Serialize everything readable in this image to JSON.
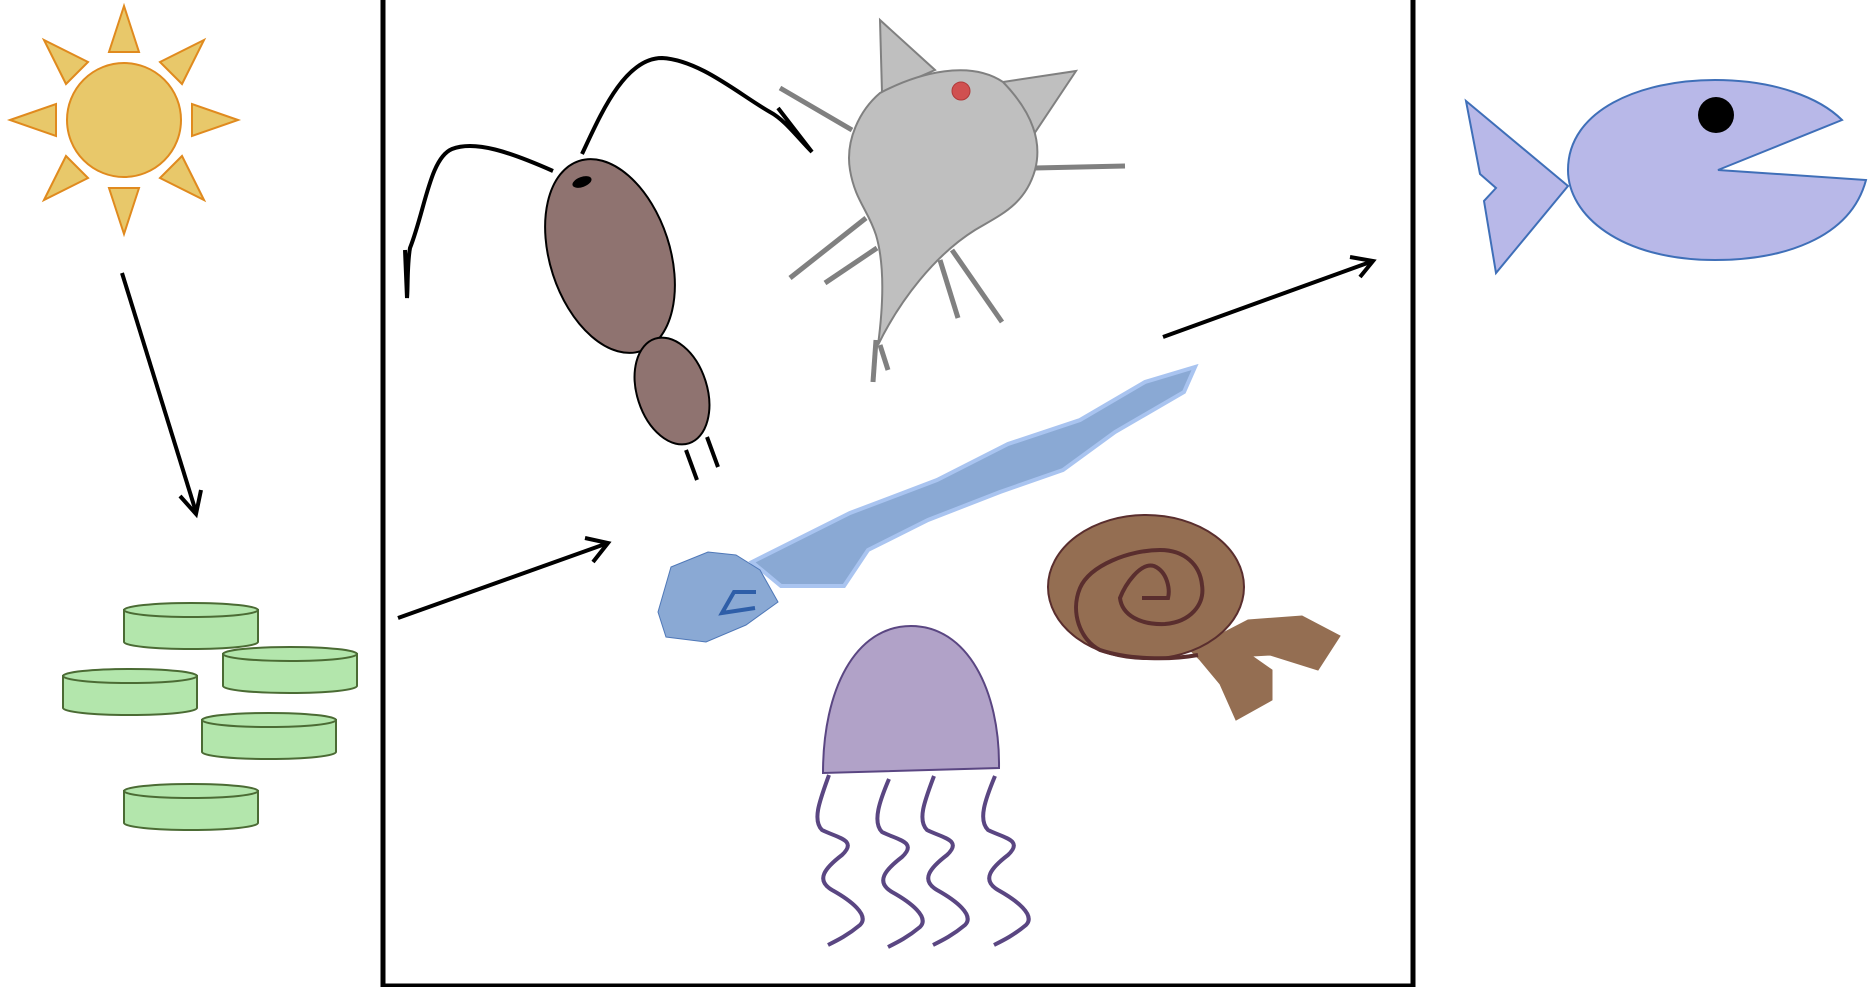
{
  "diagram": {
    "type": "food-chain",
    "text_labels": [],
    "stages": [
      {
        "id": "sun",
        "icon": "sun-icon"
      },
      {
        "id": "producers",
        "icon": "phytoplankton-discs-icon"
      },
      {
        "id": "consumers",
        "icon": "zooplankton-box",
        "organisms": [
          "copepod-icon",
          "crab-larva-icon",
          "larval-fish-icon",
          "snail-icon",
          "jellyfish-icon"
        ]
      },
      {
        "id": "predator",
        "icon": "fish-icon"
      }
    ],
    "arrows": [
      {
        "from": "sun",
        "to": "producers"
      },
      {
        "from": "producers",
        "to": "consumers"
      },
      {
        "from": "consumers",
        "to": "predator"
      }
    ],
    "colors": {
      "sun_fill": "#E8C86A",
      "sun_stroke": "#E08A1E",
      "producer_fill": "#B3E6AC",
      "producer_stroke": "#4B6B34",
      "copepod_fill": "#8F7370",
      "crab_fill": "#BFBFBF",
      "crab_eye": "#D05050",
      "larval_fish_fill": "#8AA9D4",
      "larval_fish_outline": "#A9C4F0",
      "snail_fill": "#946E52",
      "snail_spiral": "#5A2E2E",
      "jellyfish_fill": "#B1A2C8",
      "jellyfish_tentacle": "#5A4682",
      "fish_fill": "#B8B8E8",
      "fish_stroke": "#3F6FB8",
      "arrow": "#000000"
    }
  }
}
